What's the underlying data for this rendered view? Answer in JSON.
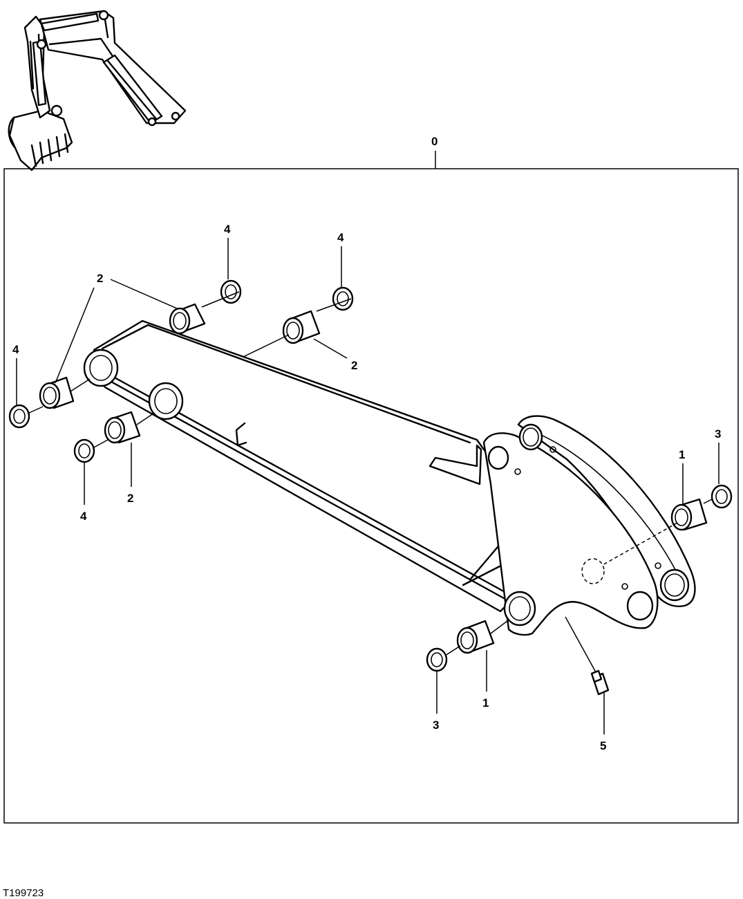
{
  "callouts": {
    "assembly": "0",
    "bushing_a": "1",
    "bushing_b": "2",
    "seal_a": "3",
    "seal_b": "4",
    "grease_fitting": "5"
  },
  "figure_id": "T199723"
}
